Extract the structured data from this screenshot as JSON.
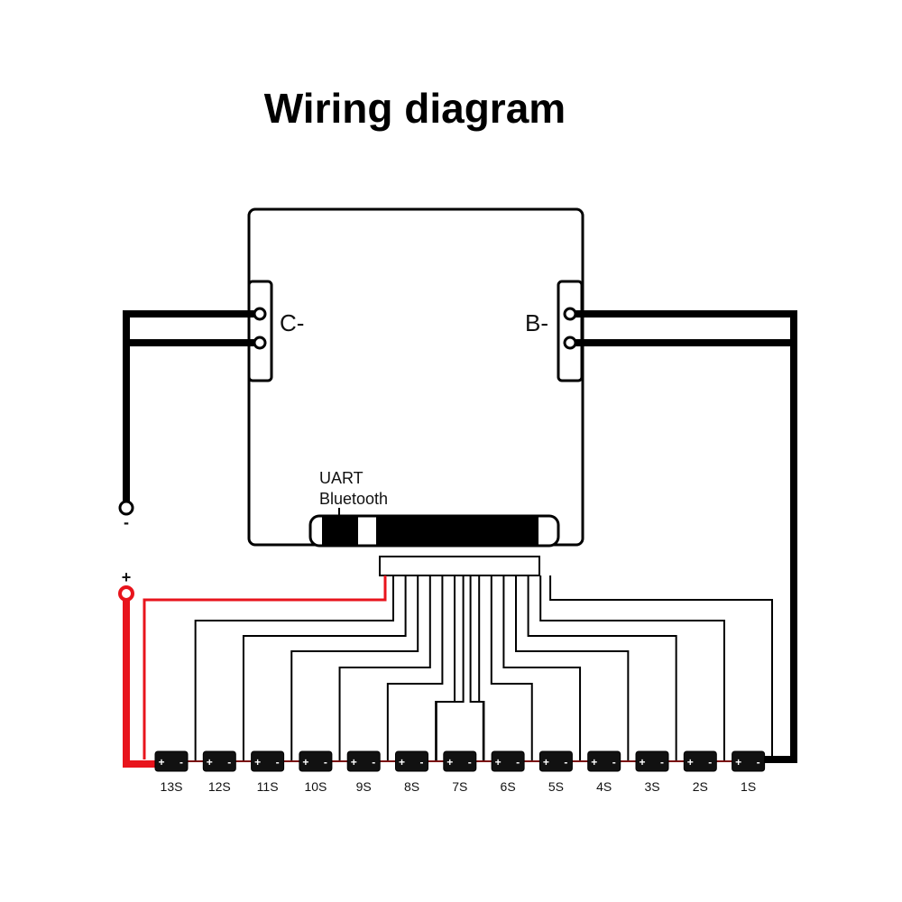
{
  "title": "Wiring diagram",
  "board": {
    "c_terminal_label": "C-",
    "b_terminal_label": "B-",
    "port_label_line1": "UART",
    "port_label_line2": "Bluetooth"
  },
  "battery": {
    "negative_symbol": "-",
    "positive_symbol": "+",
    "cell_plus": "+",
    "cell_minus": "-",
    "cells": [
      "13S",
      "12S",
      "11S",
      "10S",
      "9S",
      "8S",
      "7S",
      "6S",
      "5S",
      "4S",
      "3S",
      "2S",
      "1S"
    ]
  },
  "colors": {
    "wire": "#000000",
    "positive_wire": "#e8141c",
    "background": "#ffffff"
  }
}
